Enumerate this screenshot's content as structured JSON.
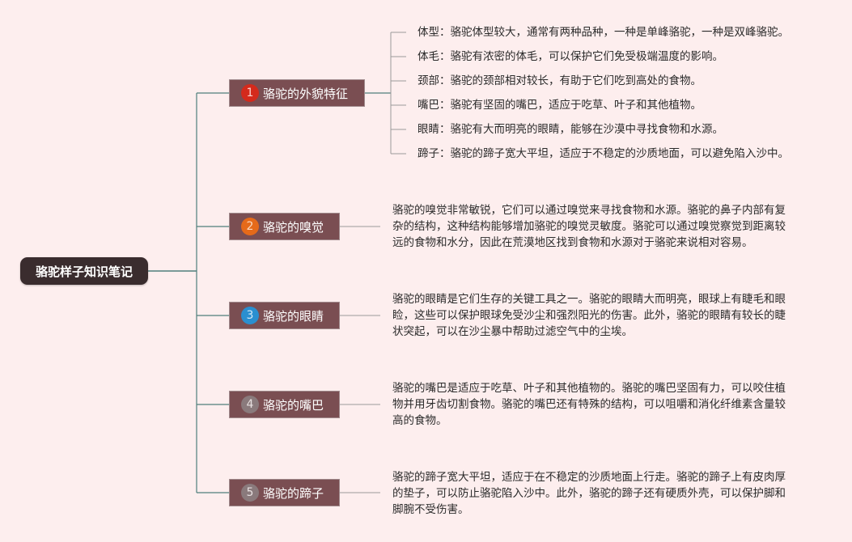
{
  "root": {
    "label": "骆驼样子知识笔记"
  },
  "branches": [
    {
      "number": "1",
      "label": "骆驼的外貌特征",
      "badge_color": "#d42a1c",
      "leaves": [
        "体型：骆驼体型较大，通常有两种品种，一种是单峰骆驼，一种是双峰骆驼。",
        "体毛：骆驼有浓密的体毛，可以保护它们免受极端温度的影响。",
        "颈部：骆驼的颈部相对较长，有助于它们吃到高处的食物。",
        "嘴巴：骆驼有坚固的嘴巴，适应于吃草、叶子和其他植物。",
        "眼睛：骆驼有大而明亮的眼睛，能够在沙漠中寻找食物和水源。",
        "蹄子：骆驼的蹄子宽大平坦，适应于不稳定的沙质地面，可以避免陷入沙中。"
      ]
    },
    {
      "number": "2",
      "label": "骆驼的嗅觉",
      "badge_color": "#e56a1a",
      "text": "骆驼的嗅觉非常敏锐，它们可以通过嗅觉来寻找食物和水源。骆驼的鼻子内部有复杂的结构，这种结构能够增加骆驼的嗅觉灵敏度。骆驼可以通过嗅觉察觉到距离较远的食物和水分，因此在荒漠地区找到食物和水源对于骆驼来说相对容易。"
    },
    {
      "number": "3",
      "label": "骆驼的眼睛",
      "badge_color": "#2a8fd0",
      "text": "骆驼的眼睛是它们生存的关键工具之一。骆驼的眼睛大而明亮，眼球上有睫毛和眼睑，这些可以保护眼球免受沙尘和强烈阳光的伤害。此外，骆驼的眼睛有较长的睫状突起，可以在沙尘暴中帮助过滤空气中的尘埃。"
    },
    {
      "number": "4",
      "label": "骆驼的嘴巴",
      "badge_color": "#8a7a7c",
      "text": "骆驼的嘴巴是适应于吃草、叶子和其他植物的。骆驼的嘴巴坚固有力，可以咬住植物并用牙齿切割食物。骆驼的嘴巴还有特殊的结构，可以咀嚼和消化纤维素含量较高的食物。"
    },
    {
      "number": "5",
      "label": "骆驼的蹄子",
      "badge_color": "#8a7a7c",
      "text": "骆驼的蹄子宽大平坦，适应于在不稳定的沙质地面上行走。骆驼的蹄子上有皮肉厚的垫子，可以防止骆驼陷入沙中。此外，骆驼的蹄子还有硬质外壳，可以保护脚和脚腕不受伤害。"
    }
  ],
  "colors": {
    "background": "#fdeeee",
    "root_fill": "#3a2c2e",
    "branch_fill": "#7a4e52",
    "connector_root": "#4f7f7c",
    "connector_branch": "#9a9a9a"
  }
}
